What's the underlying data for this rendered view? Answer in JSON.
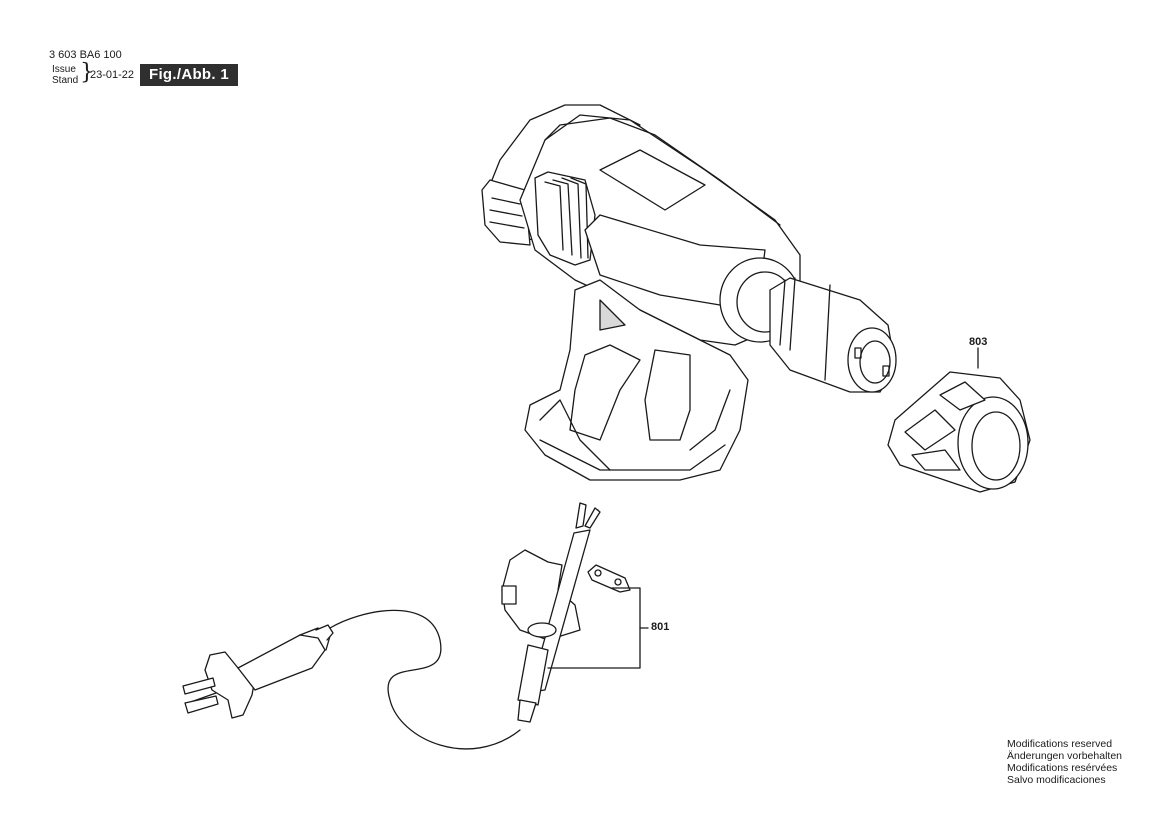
{
  "header": {
    "part_number": "3 603 BA6 100",
    "issue_label_line1": "Issue",
    "issue_label_line2": "Stand",
    "issue_date": "23-01-22",
    "figure_label": "Fig./Abb. 1"
  },
  "callouts": {
    "part_803": "803",
    "part_801": "801"
  },
  "notes": [
    "Modifications reserved",
    "Änderungen vorbehalten",
    "Modifications resérvées",
    "Salvo modificaciones"
  ],
  "components": [
    "heat-gun-body",
    "nozzle-cap",
    "power-cord",
    "cord-strain-relief",
    "cord-clamp",
    "power-plug"
  ],
  "colors": {
    "ink": "#1a1a1a",
    "badge_bg": "#2f2f2f",
    "badge_text": "#ffffff",
    "grip_fill": "#d9d9d9"
  }
}
